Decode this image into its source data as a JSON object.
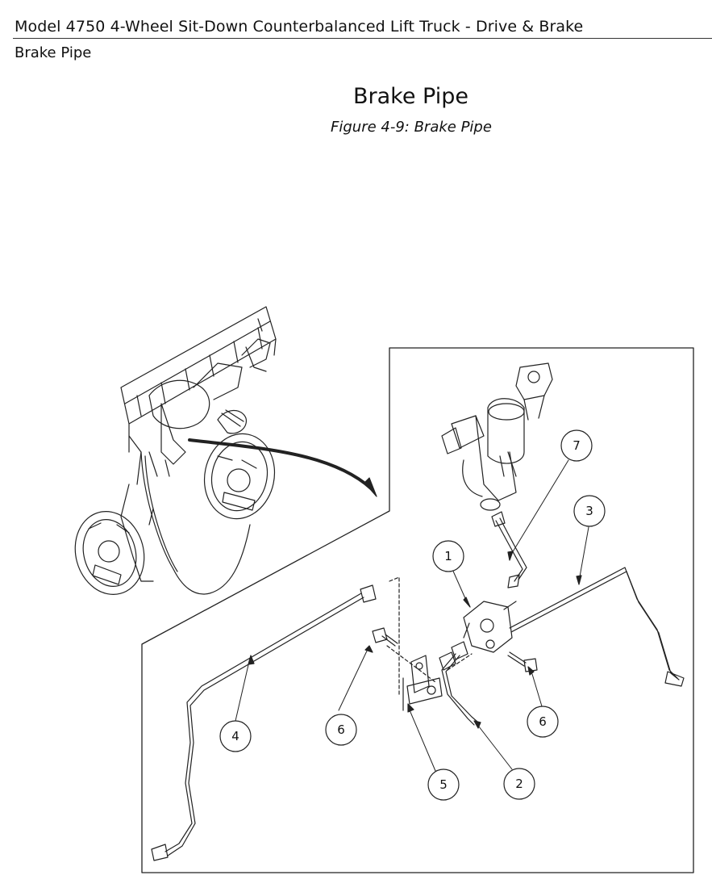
{
  "header": {
    "title": "Model 4750 4-Wheel Sit-Down Counterbalanced Lift Truck - Drive & Brake",
    "subtitle": "Brake Pipe"
  },
  "section": {
    "title": "Brake Pipe",
    "caption": "Figure 4-9: Brake Pipe"
  },
  "callouts": [
    "1",
    "2",
    "3",
    "4",
    "5",
    "6",
    "6",
    "7"
  ]
}
